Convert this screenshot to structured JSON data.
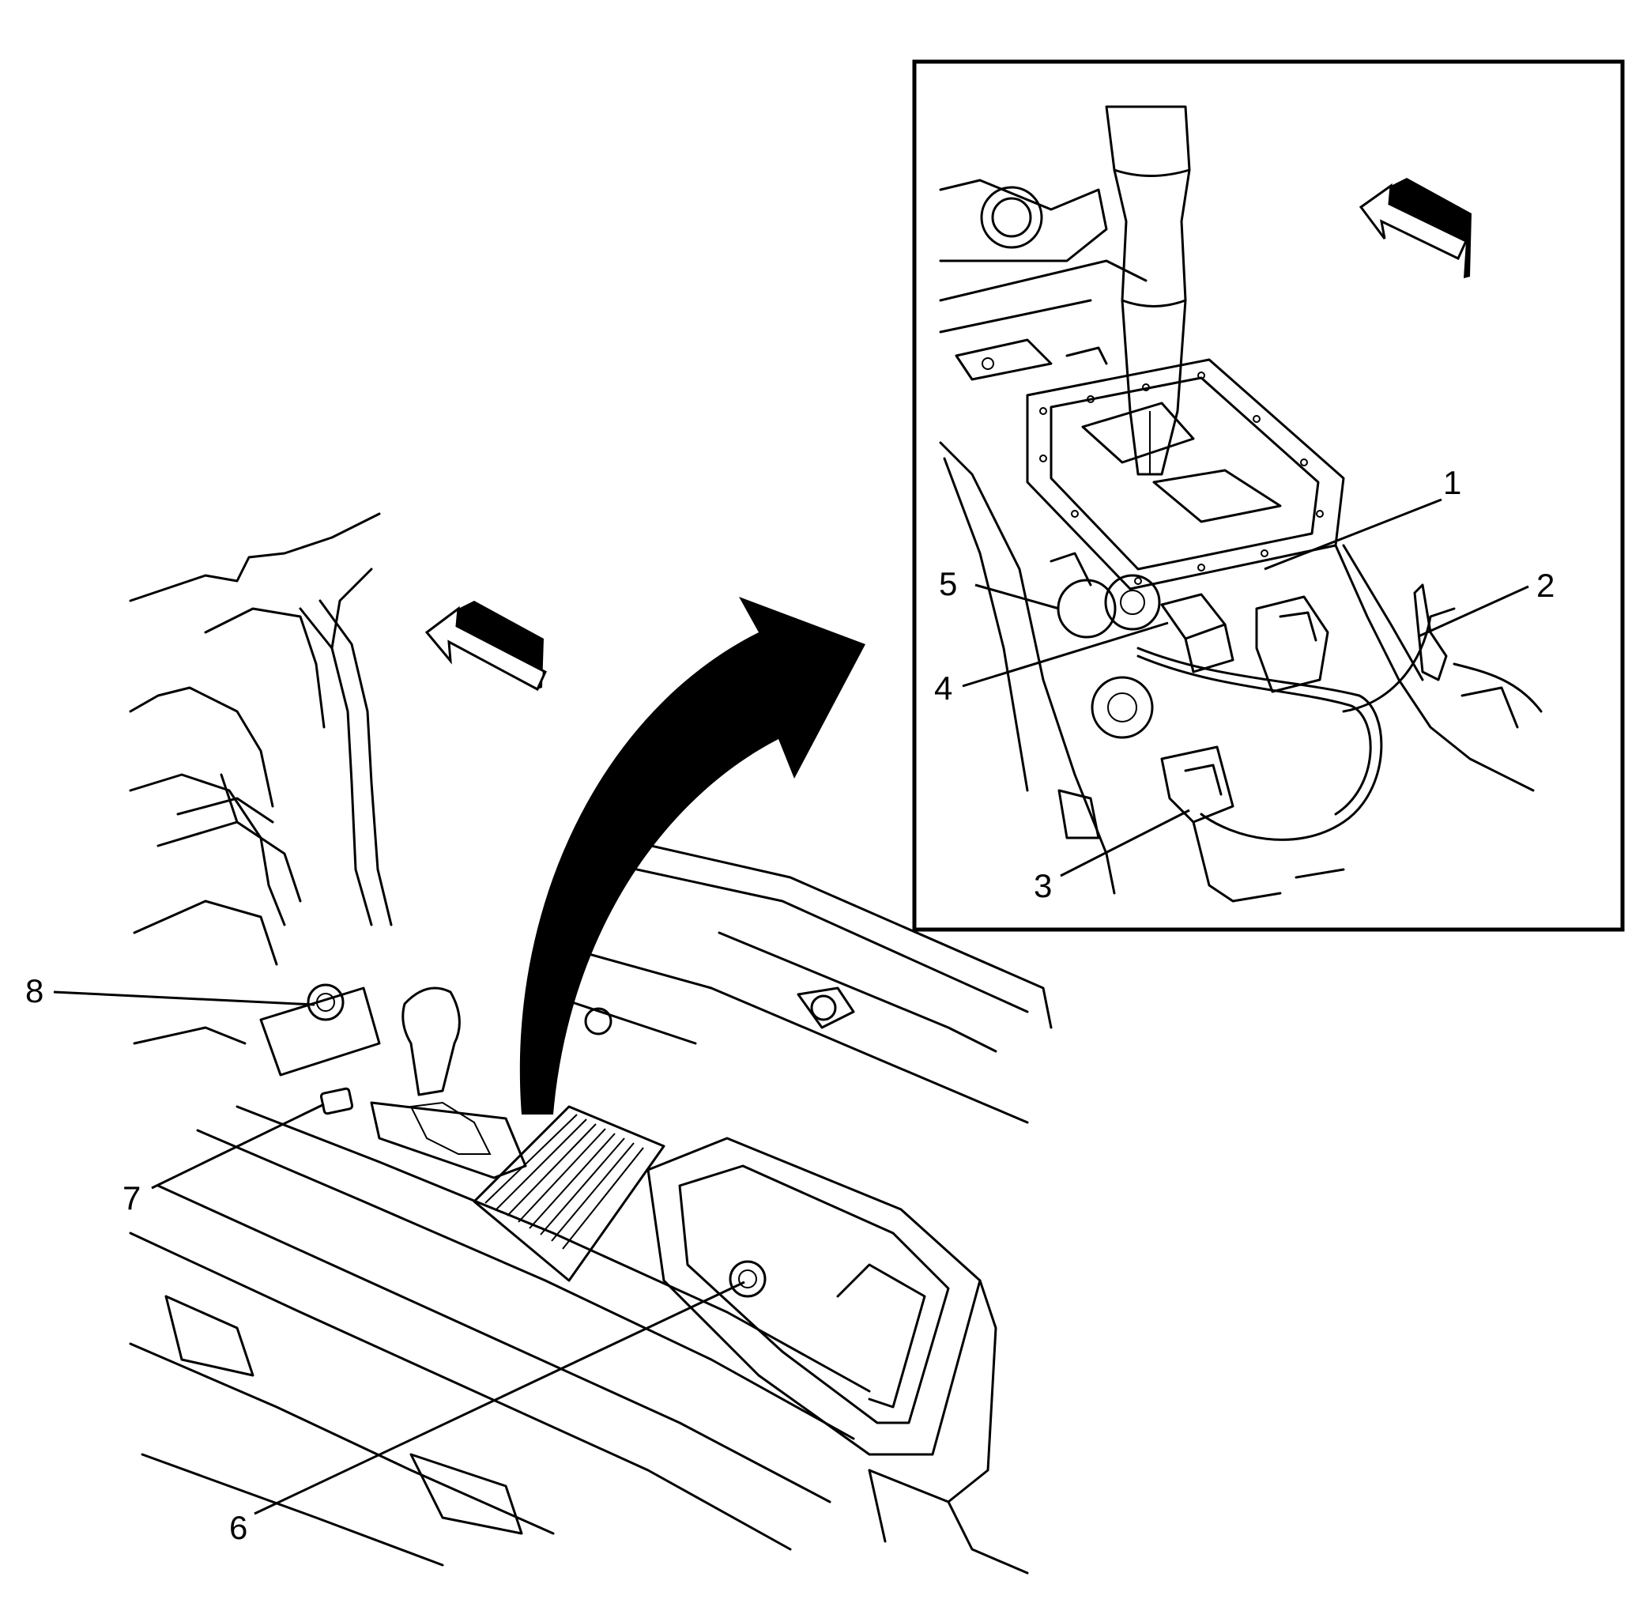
{
  "diagram": {
    "callouts": [
      {
        "id": "1",
        "label": "1"
      },
      {
        "id": "2",
        "label": "2"
      },
      {
        "id": "3",
        "label": "3"
      },
      {
        "id": "4",
        "label": "4"
      },
      {
        "id": "5",
        "label": "5"
      },
      {
        "id": "6",
        "label": "6"
      },
      {
        "id": "7",
        "label": "7"
      },
      {
        "id": "8",
        "label": "8"
      }
    ],
    "colors": {
      "ink": "#000000",
      "paper": "#ffffff"
    },
    "icons": [
      "front-direction-arrow-icon",
      "detail-view-arrow-icon"
    ]
  }
}
